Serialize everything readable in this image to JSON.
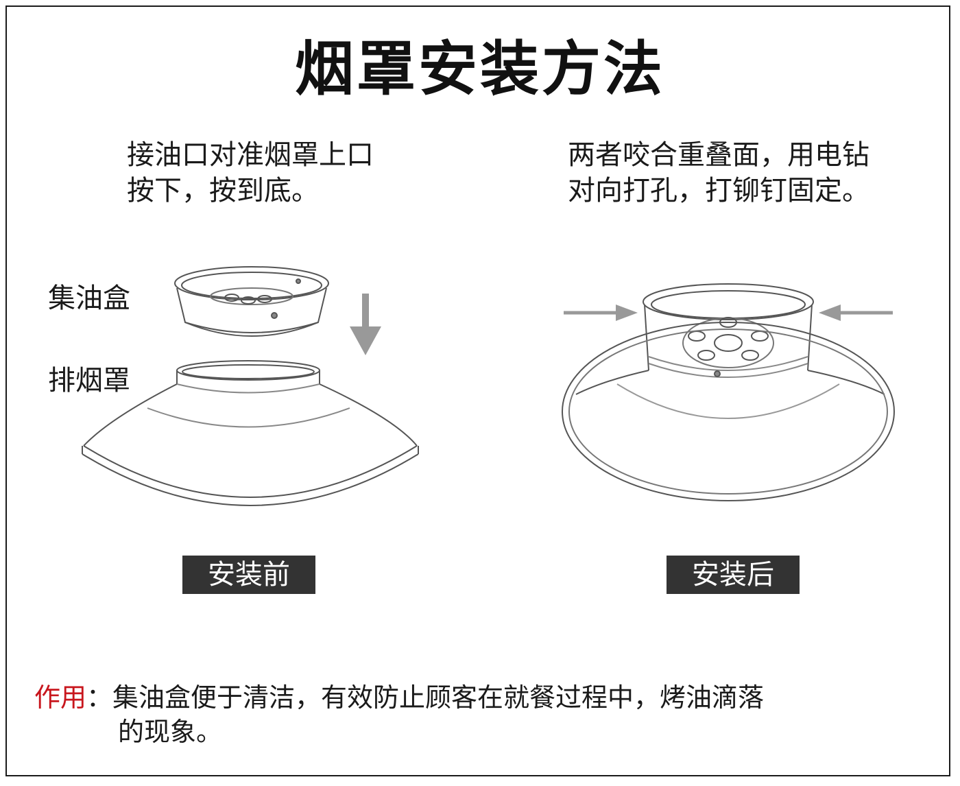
{
  "title": "烟罩安装方法",
  "instructions": {
    "left": [
      "接油口对准烟罩上口",
      "按下，按到底。"
    ],
    "right": [
      "两者咬合重叠面，用电钻",
      "对向打孔，打铆钉固定。"
    ]
  },
  "labels": {
    "oil_box": "集油盒",
    "hood": "排烟罩"
  },
  "states": {
    "before": "安装前",
    "after": "安装后"
  },
  "note": {
    "key": "作用",
    "separator": "：",
    "line1": "集油盒便于清洁，有效防止顾客在就餐过程中，烤油滴落",
    "line2": "的现象。"
  },
  "colors": {
    "accent_red": "#c8161d",
    "badge_bg": "#333333",
    "arrow_gray": "#999999"
  }
}
